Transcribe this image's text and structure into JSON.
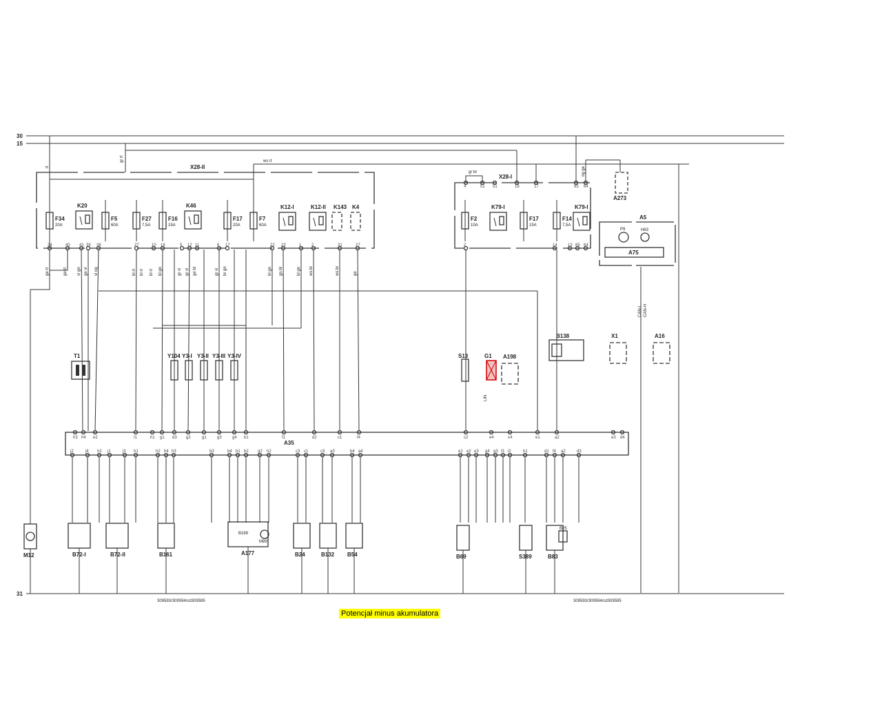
{
  "rails": {
    "r30": "30",
    "r15": "15",
    "r31": "31"
  },
  "connectors": {
    "x28_ii": "X28-II",
    "x28_i": "X28-I",
    "a35": "A35",
    "a5": "A5",
    "a75": "A75"
  },
  "fuses": [
    {
      "id": "F34",
      "rating": "20A"
    },
    {
      "id": "F5",
      "rating": "60A"
    },
    {
      "id": "F27",
      "rating": "7,5A"
    },
    {
      "id": "F16",
      "rating": "15A"
    },
    {
      "id": "F17",
      "rating": "20A"
    },
    {
      "id": "F7",
      "rating": "60A"
    },
    {
      "id": "F2",
      "rating": "10A"
    },
    {
      "id": "F17",
      "rating": "15A"
    },
    {
      "id": "F14",
      "rating": "7,5A"
    }
  ],
  "relays": [
    "K20",
    "K46",
    "K12-I",
    "K12-II",
    "K143",
    "K4",
    "K79-I",
    "K79-I"
  ],
  "x28ii_pins": [
    "34",
    "40",
    "41",
    "39",
    "38",
    "27",
    "10",
    "16",
    "5",
    "12",
    "11",
    "6",
    "17",
    "22",
    "23",
    "1",
    "2",
    "31",
    "27"
  ],
  "x28ii_wires": [
    "ge rt",
    "ge rt",
    "vi gn",
    "ge vi",
    "vi og",
    "bl rt",
    "bl rt",
    "bl rt",
    "bl gn",
    "gr vi",
    "gr vi",
    "ge bl",
    "gr vi",
    "br gn",
    "bl gn",
    "gn bl",
    "bl gn",
    "ws bl",
    "ws br",
    "ge"
  ],
  "x28i_pins": [
    "4",
    "51",
    "51",
    "18",
    "17",
    "65",
    "64",
    "2",
    "14",
    "13",
    "65",
    "64"
  ],
  "top_wires": {
    "rt": "rt",
    "gr_rt": "gr rt",
    "ws_rt": "ws rt",
    "gr_br": "gr br",
    "og_ge": "og ge"
  },
  "a35_top_pins": [
    "h3",
    "h4",
    "e2",
    "l1",
    "h1",
    "g1",
    "d3",
    "g2",
    "g1",
    "g3",
    "g4",
    "b1",
    "f1",
    "d2",
    "c1",
    "f4",
    "c2",
    "e4",
    "c4",
    "e1",
    "a2",
    "e3",
    "d4"
  ],
  "a35_bottom_pins": [
    "j2",
    "j4",
    "h2",
    "j1",
    "j3",
    "h1",
    "h2",
    "h4",
    "h3",
    "b3",
    "b4",
    "b1",
    "b2",
    "g2",
    "h2",
    "c3",
    "c1",
    "c3",
    "a3",
    "b4",
    "a4",
    "e1",
    "e2",
    "e3",
    "g4",
    "g3",
    "l3",
    "l2",
    "h1",
    "d1",
    "f4",
    "a2",
    "d3"
  ],
  "mid_components": [
    "T1",
    "Y104",
    "Y3-I",
    "Y3-II",
    "Y3-III",
    "Y3-IV",
    "S13",
    "G1",
    "A198",
    "B138",
    "X1",
    "A16"
  ],
  "a5_parts": [
    "P9",
    "H63"
  ],
  "can": [
    "CAN-L",
    "CAN-H"
  ],
  "lin": "LIN",
  "bottom_components": [
    "M12",
    "B72-I",
    "B72-II",
    "B161",
    "A177",
    "B24",
    "B132",
    "B54",
    "B69",
    "S389",
    "B83"
  ],
  "a177_parts": [
    "B169",
    "M89"
  ],
  "b83_part": "B25",
  "a273": "A273",
  "refs": [
    "309593/309594/cd309595",
    "309593/309594/cd309595"
  ],
  "note": "Potencjał minus akumulatora",
  "note_color": "#ffff00"
}
